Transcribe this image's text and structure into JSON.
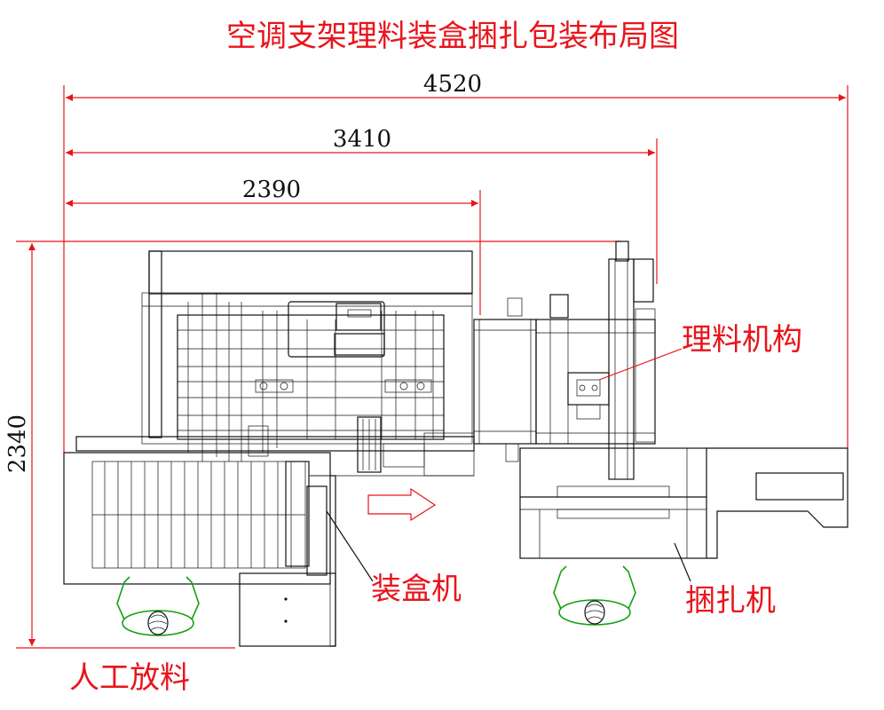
{
  "title": "空调支架理料装盒捆扎包装布局图",
  "dimensions": {
    "overall": "4520",
    "to_sorter": "3410",
    "to_cartoner": "2390",
    "height": "2340"
  },
  "labels": {
    "sorting": "理料机构",
    "cartoner": "装盒机",
    "strapping": "捆扎机",
    "manual_loading": "人工放料"
  },
  "colors": {
    "annotation": "#e8141b",
    "drawing": "#111111",
    "operator": "#12a112"
  }
}
